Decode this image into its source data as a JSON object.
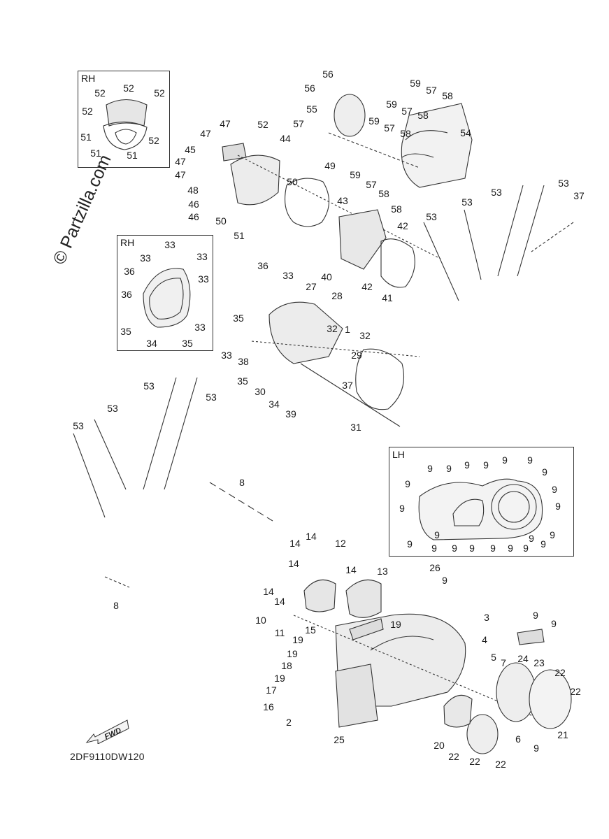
{
  "watermark": "© Partzilla.com",
  "diagram_code": "2DF9110DW120",
  "fwd_label": "FWD",
  "insets": {
    "rh_top": {
      "title": "RH",
      "labels": [
        "52",
        "52",
        "52",
        "52",
        "52",
        "51",
        "51",
        "51"
      ]
    },
    "rh_mid": {
      "title": "RH",
      "labels": [
        "33",
        "33",
        "33",
        "36",
        "33",
        "36",
        "33",
        "35",
        "34",
        "35"
      ]
    },
    "lh": {
      "title": "LH",
      "labels": [
        "9",
        "9",
        "9",
        "9",
        "9",
        "9",
        "9",
        "9",
        "9",
        "9",
        "9",
        "9",
        "9",
        "9",
        "9",
        "9",
        "9",
        "9",
        "9",
        "9",
        "9",
        "9"
      ]
    }
  },
  "callouts": [
    "56",
    "56",
    "55",
    "57",
    "59",
    "57",
    "58",
    "59",
    "57",
    "58",
    "59",
    "57",
    "58",
    "54",
    "59",
    "57",
    "58",
    "58",
    "47",
    "52",
    "44",
    "47",
    "45",
    "47",
    "47",
    "48",
    "46",
    "46",
    "50",
    "51",
    "49",
    "50",
    "43",
    "42",
    "40",
    "42",
    "41",
    "53",
    "53",
    "37",
    "53",
    "53",
    "36",
    "33",
    "27",
    "28",
    "35",
    "32",
    "1",
    "32",
    "29",
    "33",
    "38",
    "35",
    "30",
    "37",
    "34",
    "39",
    "31",
    "53",
    "53",
    "53",
    "53",
    "8",
    "8",
    "14",
    "14",
    "12",
    "14",
    "14",
    "13",
    "14",
    "14",
    "10",
    "11",
    "19",
    "15",
    "19",
    "19",
    "18",
    "19",
    "17",
    "16",
    "2",
    "25",
    "26",
    "9",
    "3",
    "4",
    "5",
    "7",
    "9",
    "9",
    "24",
    "23",
    "22",
    "22",
    "21",
    "20",
    "22",
    "22",
    "22",
    "6",
    "9"
  ]
}
